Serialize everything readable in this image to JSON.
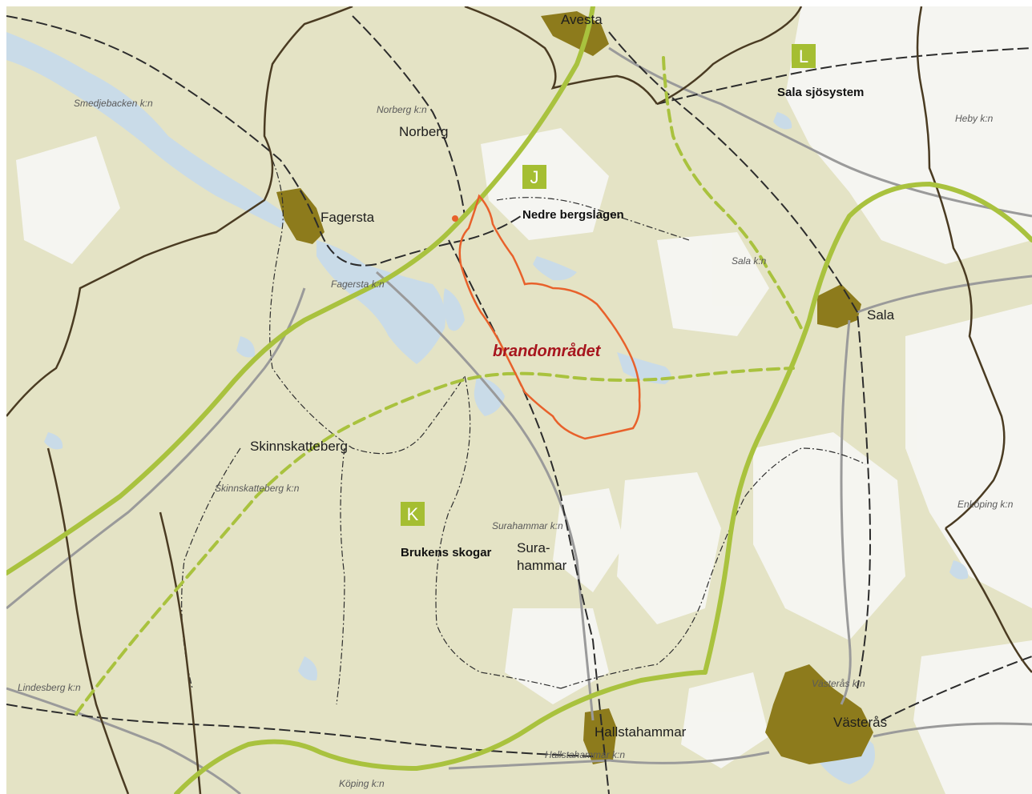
{
  "colors": {
    "land": "#e4e3c5",
    "forest_light": "#f6f6f3",
    "water": "#c9dbe8",
    "urban": "#8d7b1c",
    "green_corridor": "#a9c23e",
    "fire_outline": "#e8612b",
    "municipal_border": "#4a3b22",
    "rail": "#2c2c2c",
    "road": "#9a9a9a",
    "letter_box": "#a5be32",
    "fire_label": "#a7151e"
  },
  "towns": {
    "avesta": "Avesta",
    "norberg": "Norberg",
    "fagersta": "Fagersta",
    "sala": "Sala",
    "skinnskatteberg": "Skinnskatteberg",
    "surahammar_line1": "Sura-",
    "surahammar_line2": "hammar",
    "hallstahammar": "Hallstahammar",
    "vasteras": "Västerås"
  },
  "municipalities": {
    "smedjebacken": "Smedjebacken k:n",
    "norberg": "Norberg k:n",
    "fagersta": "Fagersta k:n",
    "sala": "Sala k:n",
    "heby": "Heby k:n",
    "skinnskatteberg": "Skinnskatteberg k:n",
    "surahammar": "Surahammar k:n",
    "enkoping": "Enköping k:n",
    "lindesberg": "Lindesberg k:n",
    "vasteras": "Västerås k:n",
    "hallstahammar": "Hallstahammar k:n",
    "koping": "Köping k:n"
  },
  "regions": {
    "J": {
      "letter": "J",
      "name": "Nedre bergslagen"
    },
    "K": {
      "letter": "K",
      "name": "Brukens skogar"
    },
    "L": {
      "letter": "L",
      "name": "Sala sjösystem"
    }
  },
  "fire_area": {
    "label": "brandområdet"
  },
  "icons": {
    "fire_outline": "fire-area-outline",
    "origin_marker": "fire-origin-dot"
  }
}
